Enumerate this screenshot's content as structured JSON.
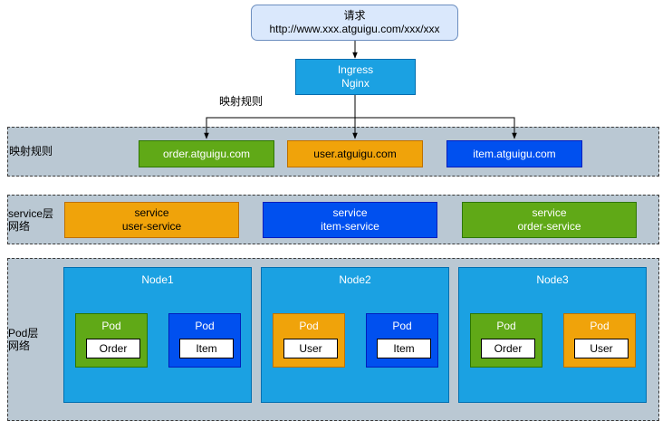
{
  "request": {
    "line1": "请求",
    "line2": "http://www.xxx.atguigu.com/xxx/xxx"
  },
  "ingress": {
    "line1": "Ingress",
    "line2": "Nginx"
  },
  "mapping_rule_label": "映射规则",
  "layers": {
    "mapping": {
      "label": "映射规则"
    },
    "service": {
      "label_line1": "service层",
      "label_line2": "网络"
    },
    "pod": {
      "label_line1": "Pod层",
      "label_line2": "网络"
    }
  },
  "hosts": [
    {
      "label": "order.atguigu.com",
      "color": "#60a917"
    },
    {
      "label": "user.atguigu.com",
      "color": "#f0a30a"
    },
    {
      "label": "item.atguigu.com",
      "color": "#0050ef"
    }
  ],
  "services": [
    {
      "line1": "service",
      "line2": "user-service",
      "color": "#f0a30a"
    },
    {
      "line1": "service",
      "line2": "item-service",
      "color": "#0050ef"
    },
    {
      "line1": "service",
      "line2": "order-service",
      "color": "#60a917"
    }
  ],
  "nodes": [
    {
      "title": "Node1",
      "pods": [
        {
          "title": "Pod",
          "inner": "Order",
          "color": "#60a917"
        },
        {
          "title": "Pod",
          "inner": "Item",
          "color": "#0050ef"
        }
      ]
    },
    {
      "title": "Node2",
      "pods": [
        {
          "title": "Pod",
          "inner": "User",
          "color": "#f0a30a"
        },
        {
          "title": "Pod",
          "inner": "Item",
          "color": "#0050ef"
        }
      ]
    },
    {
      "title": "Node3",
      "pods": [
        {
          "title": "Pod",
          "inner": "Order",
          "color": "#60a917"
        },
        {
          "title": "Pod",
          "inner": "User",
          "color": "#f0a30a"
        }
      ]
    }
  ]
}
